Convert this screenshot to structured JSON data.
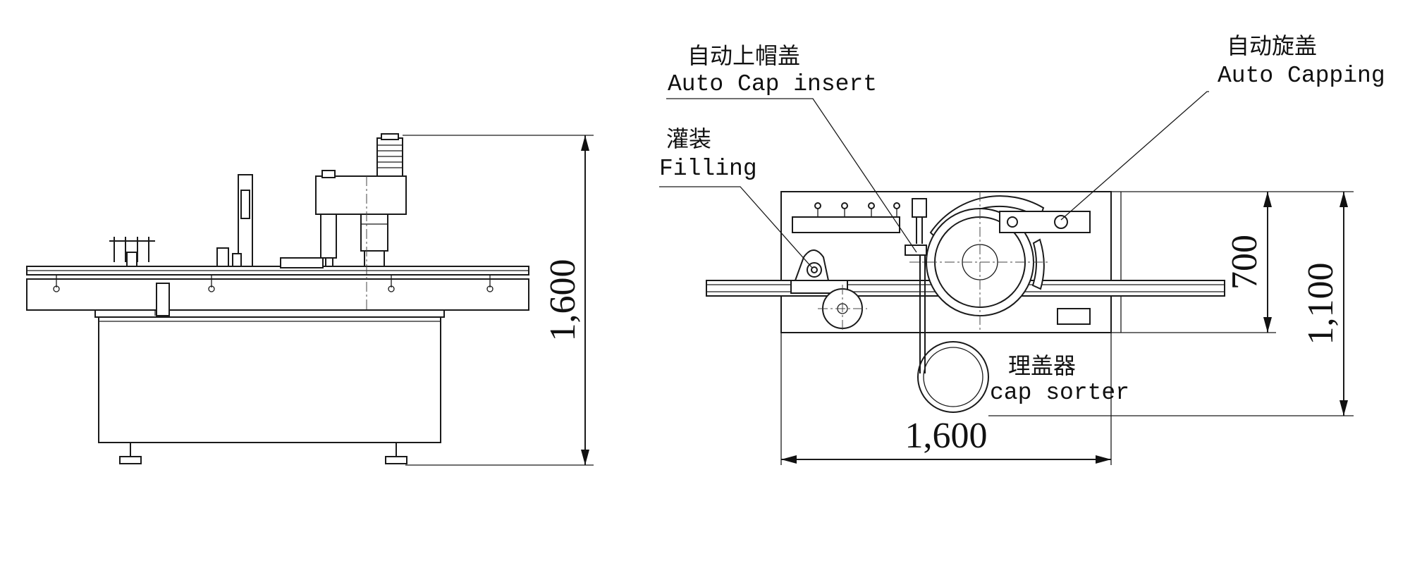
{
  "labels": {
    "cap_insert_cn": "自动上帽盖",
    "cap_insert_en": "Auto Cap insert",
    "capping_cn": "自动旋盖",
    "capping_en": "Auto Capping",
    "filling_cn": "灌装",
    "filling_en": "Filling",
    "cap_sorter_cn": "理盖器",
    "cap_sorter_en": "cap sorter"
  },
  "dimensions": {
    "side_height": "1,600",
    "top_depth": "700",
    "top_total_depth": "1,100",
    "top_length": "1,600"
  }
}
